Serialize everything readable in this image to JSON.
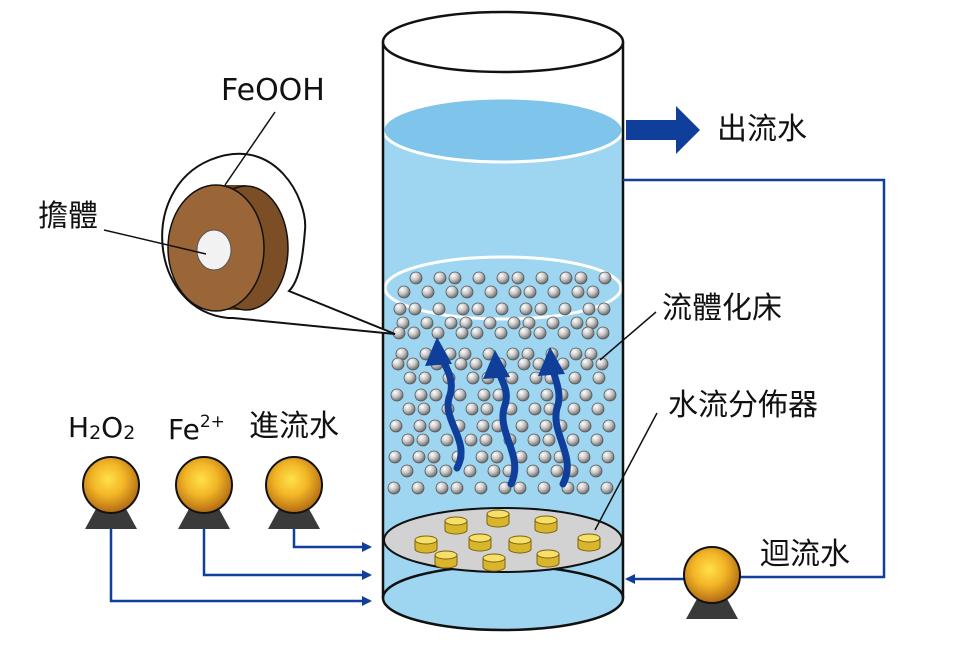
{
  "labels": {
    "feooh": "FeOOH",
    "carrier": "擔體",
    "outflow": "出流水",
    "fluidized_bed": "流體化床",
    "distributor": "水流分佈器",
    "recirculation": "迴流水",
    "inflow": "進流水",
    "h2o2": {
      "h": "H",
      "sub1": "2",
      "o": "O",
      "sub2": "2"
    },
    "fe2": {
      "base": "Fe",
      "sup": "2+"
    }
  },
  "colors": {
    "water": "#9ed6f2",
    "water_surface": "#7fc4ea",
    "pipe_blue": "#0f3f9a",
    "arrow_blue": "#0f3f9a",
    "pump_body": "#e8a020",
    "pump_base": "#3a3a3a",
    "granule": "#cccccc",
    "carrier_brown": "#8a5a2b",
    "distributor_disc": "#d2d2d2",
    "distributor_block": "#f5d64a"
  },
  "icons": {
    "pump": "pump-icon",
    "flow_arrow": "upward-flow-arrow-icon",
    "out_arrow": "right-arrow-icon"
  }
}
